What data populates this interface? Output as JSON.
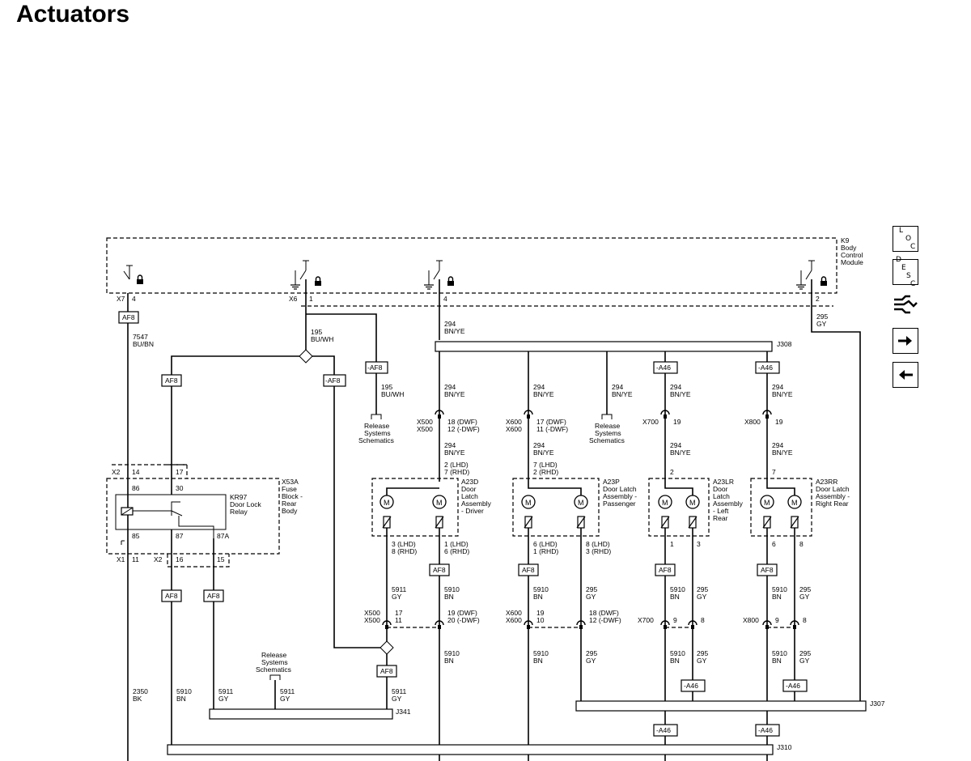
{
  "title": "Actuators",
  "nav": {
    "loc": {
      "a": "L",
      "b": "O",
      "c": "C"
    },
    "desc": {
      "a": "D",
      "b": "E",
      "c": "S",
      "d": "C"
    },
    "icons": [
      "connector-icon",
      "next-arrow-icon",
      "previous-arrow-icon"
    ]
  },
  "labels": {
    "k9": [
      "K9",
      "Body",
      "Control",
      "Module"
    ],
    "x7": "X7",
    "x7_pin": "4",
    "x6": "X6",
    "x6_pin": "1",
    "bcm_pin4": "4",
    "bcm_pin2": "2",
    "af8": "AF8",
    "neg_af8": "-AF8",
    "neg_a46": "-A46",
    "w7547": [
      "7547",
      "BU/BN"
    ],
    "w195": [
      "195",
      "BU/WH"
    ],
    "w294": [
      "294",
      "BN/YE"
    ],
    "w295": [
      "295",
      "GY"
    ],
    "w5911": [
      "5911",
      "GY"
    ],
    "w5910": [
      "5910",
      "BN"
    ],
    "w2350": [
      "2350",
      "BK"
    ],
    "release": [
      "Release",
      "Systems",
      "Schematics"
    ],
    "j308": "J308",
    "j307": "J307",
    "j310": "J310",
    "j341": "J341",
    "x500": "X500",
    "x600": "X600",
    "x700": "X700",
    "x800": "X800",
    "x500_top": [
      "18 (DWF)",
      "12 (-DWF)"
    ],
    "x600_top": [
      "17 (DWF)",
      "11 (-DWF)"
    ],
    "x700_top": "19",
    "x800_top": "19",
    "a23d_in": [
      "2 (LHD)",
      "7 (RHD)"
    ],
    "a23p_in": [
      "7 (LHD)",
      "2 (RHD)"
    ],
    "a23lr_in": "2",
    "a23rr_in": "7",
    "a23d": [
      "A23D",
      "Door",
      "Latch",
      "Assembly",
      "- Driver"
    ],
    "a23p": [
      "A23P",
      "Door Latch",
      "Assembly -",
      "Passenger"
    ],
    "a23lr": [
      "A23LR",
      "Door",
      "Latch",
      "Assembly",
      "- Left",
      "Rear"
    ],
    "a23rr": [
      "A23RR",
      "Door Latch",
      "Assembly -",
      "Right Rear"
    ],
    "motor": "M",
    "a23d_out1": [
      "3 (LHD)",
      "8 (RHD)"
    ],
    "a23d_out2": [
      "1 (LHD)",
      "6 (RHD)"
    ],
    "a23p_out1": [
      "6 (LHD)",
      "1 (RHD)"
    ],
    "a23p_out2": [
      "8 (LHD)",
      "3 (RHD)"
    ],
    "a23lr_out1": "1",
    "a23lr_out2": "3",
    "a23rr_out1": "6",
    "a23rr_out2": "8",
    "x500_bot_a": [
      "17",
      "11"
    ],
    "x500_bot_b": [
      "19 (DWF)",
      "20 (-DWF)"
    ],
    "x600_bot_a": [
      "19",
      "10"
    ],
    "x600_bot_b": [
      "18 (DWF)",
      "12 (-DWF)"
    ],
    "x700_bot_a": "9",
    "x700_bot_b": "8",
    "x800_bot_a": "9",
    "x800_bot_b": "8",
    "x53a": [
      "X53A",
      "Fuse",
      "Block -",
      "Rear",
      "Body"
    ],
    "kr97": [
      "KR97",
      "Door Lock",
      "Relay"
    ],
    "x2": "X2",
    "x1": "X1",
    "relay_pins": {
      "p14": "14",
      "p17": "17",
      "p86": "86",
      "p30": "30",
      "p85": "85",
      "p87": "87",
      "p87a": "87A",
      "p11": "11",
      "p16": "16",
      "p15": "15"
    }
  }
}
